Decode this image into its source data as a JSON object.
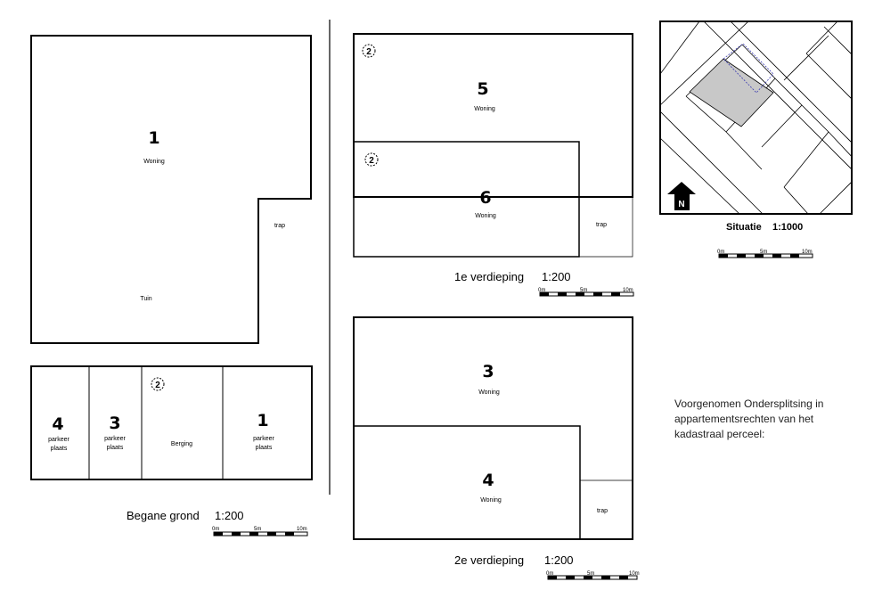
{
  "ground_floor": {
    "caption": "Begane grond",
    "scale": "1:200",
    "unit1": {
      "number": "1",
      "label": "Woning",
      "garden": "Tuin",
      "stair": "trap"
    },
    "storage_row": [
      {
        "number": "4",
        "label_line1": "parkeer",
        "label_line2": "plaats"
      },
      {
        "number": "3",
        "label_line1": "parkeer",
        "label_line2": "plaats"
      },
      {
        "marker": "2",
        "label": "Berging"
      },
      {
        "number": "1",
        "label_line1": "parkeer",
        "label_line2": "plaats"
      }
    ]
  },
  "first_floor": {
    "caption": "1e verdieping",
    "scale": "1:200",
    "unit5": {
      "marker": "2",
      "number": "5",
      "label": "Woning"
    },
    "unit6": {
      "marker": "2",
      "number": "6",
      "label": "Woning"
    },
    "stair": "trap"
  },
  "second_floor": {
    "caption": "2e verdieping",
    "scale": "1:200",
    "unit3": {
      "number": "3",
      "label": "Woning"
    },
    "unit4": {
      "number": "4",
      "label": "Woning"
    },
    "stair": "trap"
  },
  "situation": {
    "caption": "Situatie",
    "scale": "1:1000",
    "north": "N",
    "scalebar": {
      "zero": "0m",
      "mid": "5m",
      "end": "10m"
    }
  },
  "scalebar": {
    "zero": "0m",
    "mid": "5m",
    "end": "10m"
  },
  "note": "Voorgenomen Ondersplitsing in appartementsrechten van het kadastraal perceel:"
}
